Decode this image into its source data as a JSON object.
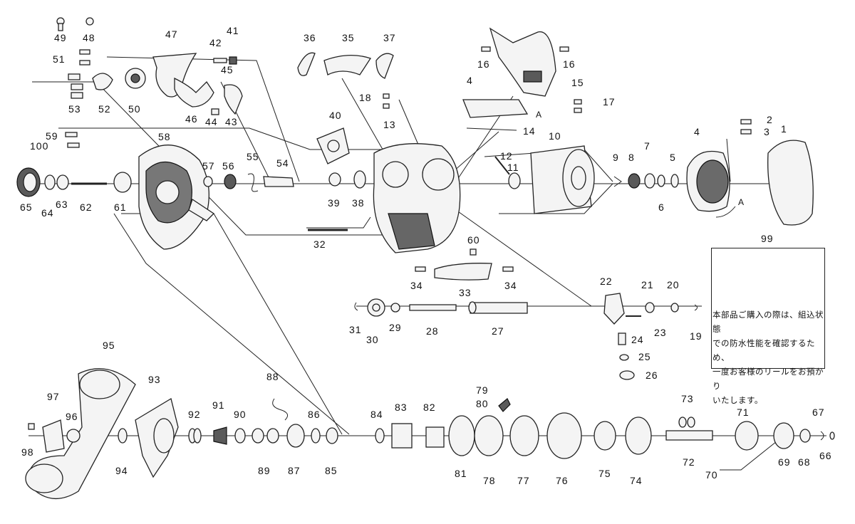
{
  "labels": {
    "l1": "1",
    "l2": "2",
    "l3": "3",
    "l4": "4",
    "l4b": "4",
    "l5": "5",
    "l6": "6",
    "l7": "7",
    "l8": "8",
    "l9": "9",
    "l10": "10",
    "l11": "11",
    "l12": "12",
    "l13": "13",
    "l14": "14",
    "l15": "15",
    "l16a": "16",
    "l16b": "16",
    "l17": "17",
    "l18": "18",
    "l19": "19",
    "l20": "20",
    "l21": "21",
    "l22": "22",
    "l23": "23",
    "l24": "24",
    "l25": "25",
    "l26": "26",
    "l27": "27",
    "l28": "28",
    "l29": "29",
    "l30": "30",
    "l31": "31",
    "l32": "32",
    "l33": "33",
    "l34a": "34",
    "l34b": "34",
    "l35": "35",
    "l36": "36",
    "l37": "37",
    "l38": "38",
    "l39": "39",
    "l40": "40",
    "l41": "41",
    "l42": "42",
    "l43": "43",
    "l44": "44",
    "l45": "45",
    "l46": "46",
    "l47": "47",
    "l48": "48",
    "l49": "49",
    "l50": "50",
    "l51": "51",
    "l52": "52",
    "l53": "53",
    "l54": "54",
    "l55": "55",
    "l56": "56",
    "l57": "57",
    "l58": "58",
    "l59": "59",
    "l60": "60",
    "l61": "61",
    "l62": "62",
    "l63": "63",
    "l64": "64",
    "l65": "65",
    "l66": "66",
    "l67": "67",
    "l68": "68",
    "l69": "69",
    "l70": "70",
    "l71": "71",
    "l72": "72",
    "l73": "73",
    "l74": "74",
    "l75": "75",
    "l76": "76",
    "l77": "77",
    "l78": "78",
    "l79": "79",
    "l80": "80",
    "l81": "81",
    "l82": "82",
    "l83": "83",
    "l84": "84",
    "l85": "85",
    "l86": "86",
    "l87": "87",
    "l88": "88",
    "l89": "89",
    "l90": "90",
    "l91": "91",
    "l92": "92",
    "l93": "93",
    "l94": "94",
    "l95": "95",
    "l96": "96",
    "l97": "97",
    "l98": "98",
    "l99": "99",
    "l100": "100",
    "markA1": "A",
    "markA2": "A"
  },
  "note": {
    "line1": "本部品ご購入の際は、組込状態",
    "line2": "での防水性能を確認するため、",
    "line3": "一度お客様のリールをお預かり",
    "line4": "いたします。"
  }
}
